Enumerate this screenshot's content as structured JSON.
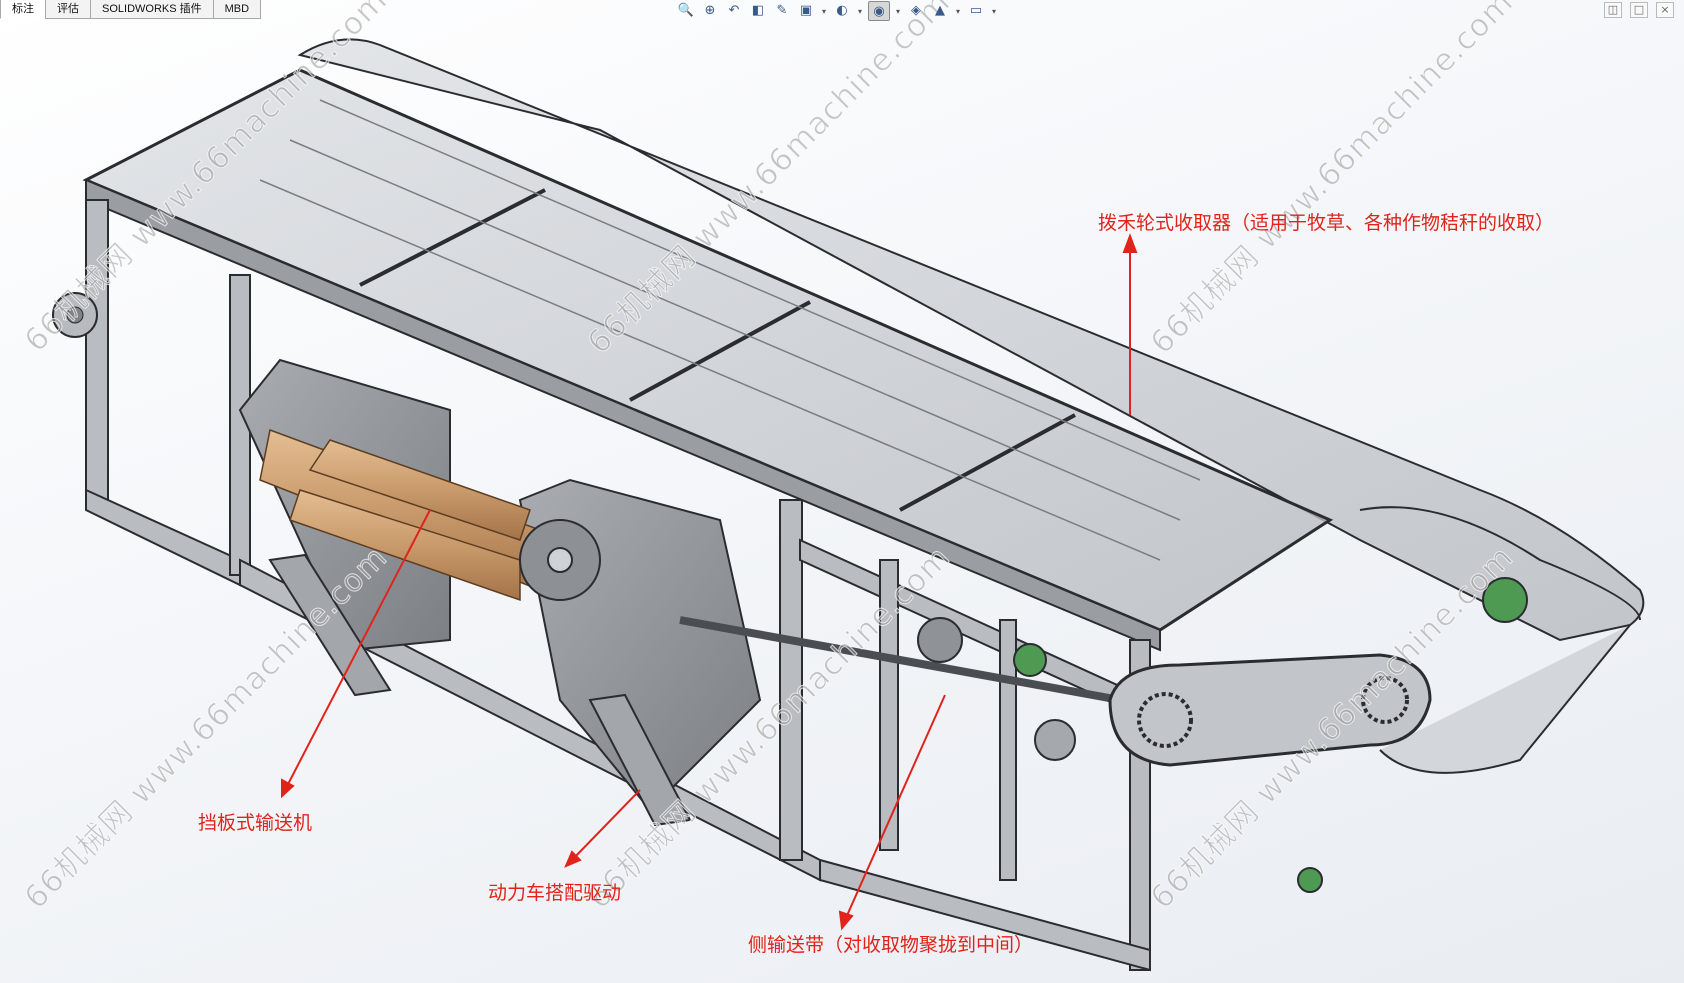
{
  "tabs": [
    {
      "label": "标注"
    },
    {
      "label": "评估"
    },
    {
      "label": "SOLIDWORKS 插件"
    },
    {
      "label": "MBD"
    }
  ],
  "heads_up_toolbar": [
    {
      "icon": "zoom-to-fit-icon",
      "glyph": "🔍"
    },
    {
      "icon": "zoom-to-area-icon",
      "glyph": "⊕"
    },
    {
      "icon": "previous-view-icon",
      "glyph": "↶"
    },
    {
      "icon": "section-view-icon",
      "glyph": "◧"
    },
    {
      "icon": "dynamic-annotation-icon",
      "glyph": "✎"
    },
    {
      "icon": "view-orientation-icon",
      "glyph": "▣"
    },
    {
      "icon": "display-style-icon",
      "glyph": "◐"
    },
    {
      "icon": "hide-show-items-icon",
      "glyph": "◉"
    },
    {
      "icon": "edit-appearance-icon",
      "glyph": "◈"
    },
    {
      "icon": "apply-scene-icon",
      "glyph": "▲"
    },
    {
      "icon": "view-settings-icon",
      "glyph": "▭"
    }
  ],
  "watermarks": [
    {
      "text": "66机械网 www.66machine.com"
    },
    {
      "text": "66机械网 www.66machine.com"
    },
    {
      "text": "66机械网 www.66machine.com"
    },
    {
      "text": "66机械网 www.66machine.com"
    },
    {
      "text": "66机械网 www.66machine.com"
    },
    {
      "text": "66机械网 www.66machine.com"
    }
  ],
  "callouts": {
    "reel_header": "拨禾轮式收取器（适用于牧草、各种作物秸秆的收取）",
    "baffle_conveyor": "挡板式输送机",
    "power_drive": "动力车搭配驱动",
    "side_belt": "侧输送带（对收取物聚拢到中间）"
  },
  "colors": {
    "annotation": "#e0241b",
    "frame": "#8e9296",
    "frame_edge": "#2a2c30",
    "roller": "#c99a6b",
    "panel": "#9ea2a7"
  }
}
